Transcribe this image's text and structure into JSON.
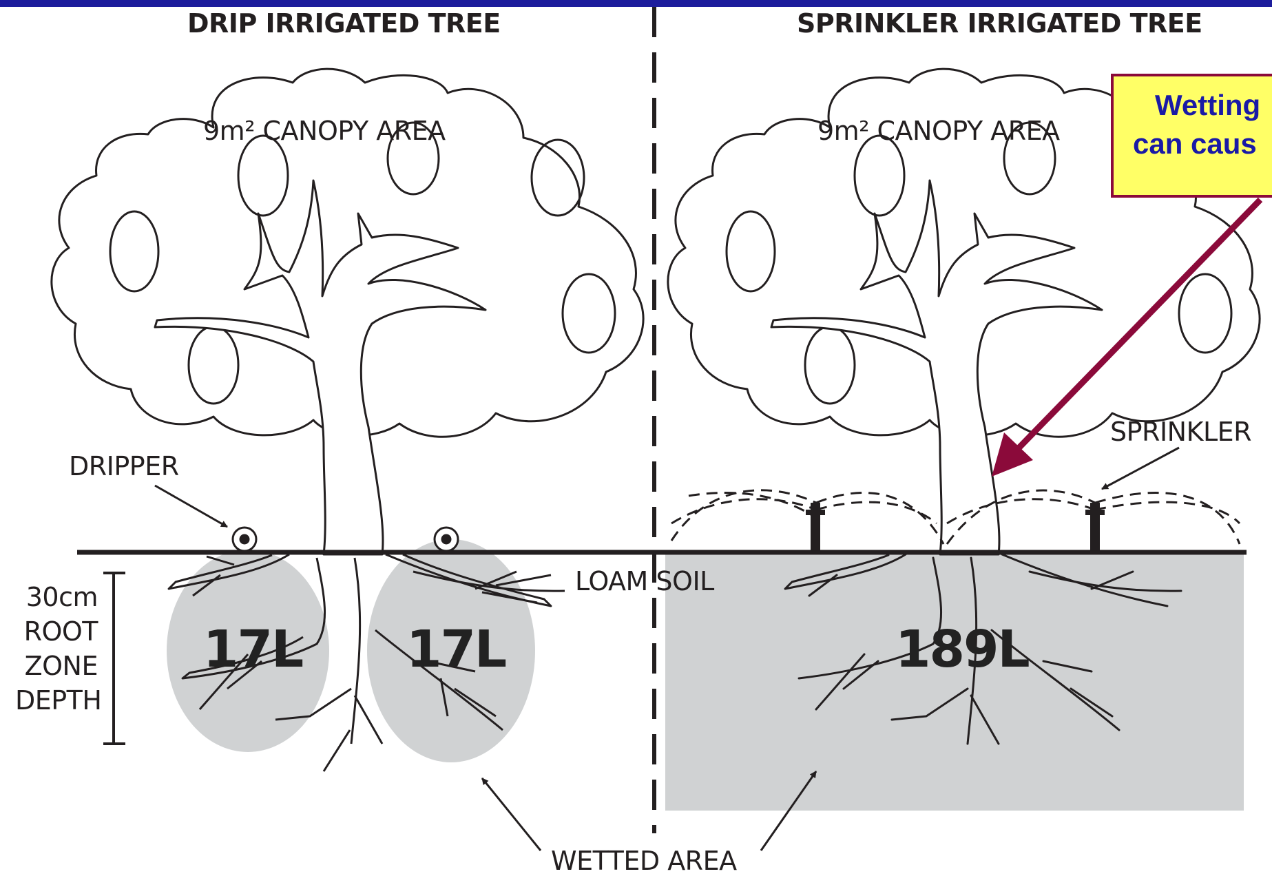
{
  "left_title": "DRIP IRRIGATED TREE",
  "right_title": "SPRINKLER IRRIGATED TREE",
  "left_canopy": "9m² CANOPY AREA",
  "right_canopy": "9m² CANOPY AREA",
  "note": {
    "line1": "Wetting",
    "line2": "can caus"
  },
  "dripper_label": "DRIPPER",
  "sprinkler_label": "SPRINKLER",
  "soil_label": "LOAM SOIL",
  "depth": {
    "line1": "30cm",
    "line2": "ROOT",
    "line3": "ZONE",
    "line4": "DEPTH"
  },
  "volumes": {
    "drip_left": "17L",
    "drip_right": "17L",
    "sprinkler": "189L"
  },
  "wetted_label": "WETTED AREA",
  "colors": {
    "top_bar": "#1c1c9c",
    "wetted": "#d0d2d3",
    "note_fill": "#ffff66",
    "note_border": "#8b0a3a",
    "note_text": "#1a1aa6",
    "arrow": "#8b0a3a"
  }
}
